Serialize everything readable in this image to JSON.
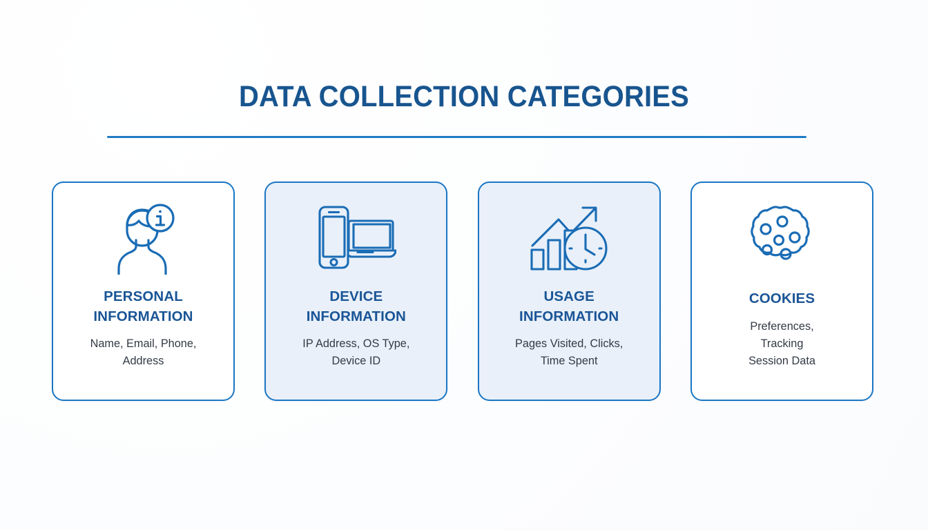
{
  "page": {
    "background_color": "#fdfdfe",
    "accent_color": "#1a76c4",
    "title_color": "#18558f",
    "tinted_card_color": "#e9f0f9",
    "body_text_color": "#333a45"
  },
  "header": {
    "title": "DATA COLLECTION CATEGORIES",
    "divider": true
  },
  "cards": [
    {
      "id": "personal-information",
      "icon": "person-info-icon",
      "title": "PERSONAL\nINFORMATION",
      "description": "Name, Email, Phone,\nAddress",
      "tinted": false,
      "single_line_title": false
    },
    {
      "id": "device-information",
      "icon": "phone-laptop-icon",
      "title": "DEVICE\nINFORMATION",
      "description": "IP Address, OS Type,\nDevice ID",
      "tinted": true,
      "single_line_title": false
    },
    {
      "id": "usage-information",
      "icon": "bar-chart-clock-icon",
      "title": "USAGE\nINFORMATION",
      "description": "Pages Visited, Clicks,\nTime Spent",
      "tinted": true,
      "single_line_title": false
    },
    {
      "id": "cookies",
      "icon": "cookie-icon",
      "title": "COOKIES",
      "description": "Preferences,\nTracking\nSession Data",
      "tinted": false,
      "single_line_title": true
    }
  ]
}
